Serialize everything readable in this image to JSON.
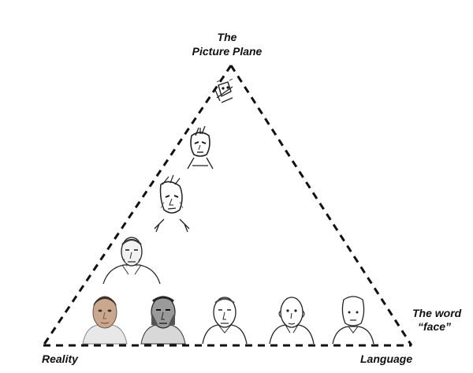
{
  "labels": {
    "apex_line1": "The",
    "apex_line2": "Picture Plane",
    "bottom_left": "Reality",
    "bottom_right": "Language",
    "right_line1": "The word",
    "right_line2": "“face”"
  },
  "faces": {
    "bottom_row": [
      {
        "name": "face-photo-realistic",
        "style": "photo"
      },
      {
        "name": "face-shaded-drawing",
        "style": "shaded"
      },
      {
        "name": "face-line-drawing",
        "style": "line"
      },
      {
        "name": "face-simplified-drawing",
        "style": "simple"
      },
      {
        "name": "face-minimal-cartoon",
        "style": "minimal"
      }
    ],
    "left_edge": [
      {
        "name": "face-sketch-realistic",
        "style": "sketch-real"
      },
      {
        "name": "face-sketch-loose",
        "style": "sketch-loose"
      },
      {
        "name": "face-sketch-abstract",
        "style": "sketch-abstract"
      },
      {
        "name": "face-scribble-abstract",
        "style": "scribble"
      }
    ]
  },
  "colors": {
    "line": "#111111",
    "skin": "#c9a88e",
    "shade": "#555555"
  }
}
